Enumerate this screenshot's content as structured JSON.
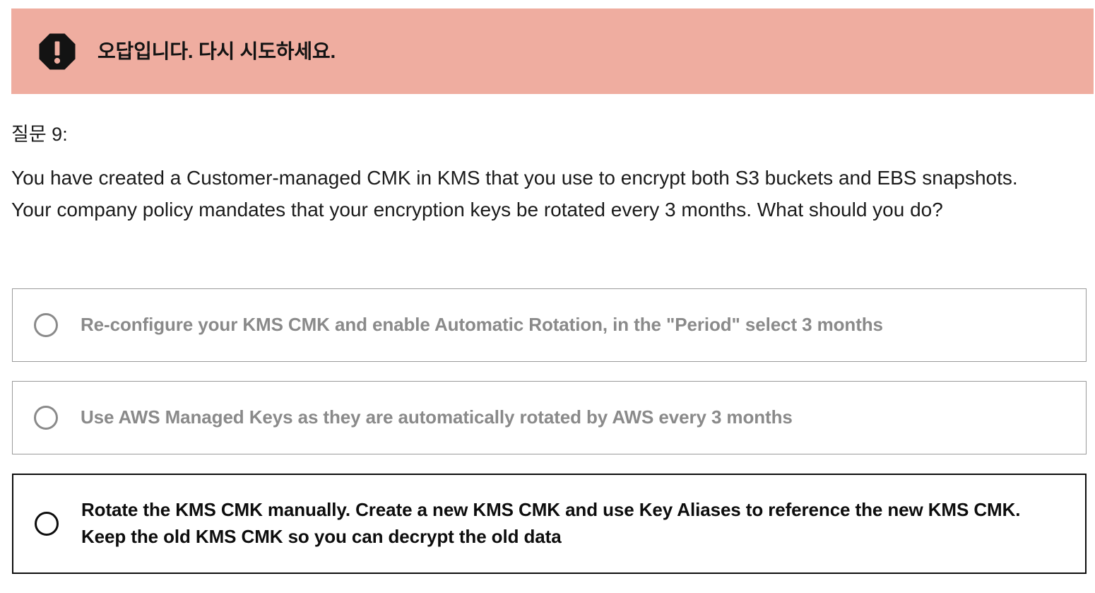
{
  "alert": {
    "icon": "exclamation-octagon-icon",
    "message": "오답입니다. 다시 시도하세요.",
    "background_color": "#efada0",
    "text_color": "#131313"
  },
  "question": {
    "label": "질문 9:",
    "text": "You have created a Customer-managed CMK in KMS that you use to encrypt both S3 buckets and EBS snapshots. Your company policy mandates that your encryption keys be rotated every 3 months. What should you do?"
  },
  "options": [
    {
      "id": "option-1",
      "label": "Re-configure your KMS CMK and enable Automatic Rotation, in the \"Period\" select 3 months",
      "selected": false,
      "text_color": "#8a8a8a",
      "border_color": "#9a9a9a"
    },
    {
      "id": "option-2",
      "label": "Use AWS Managed Keys as they are automatically rotated by AWS every 3 months",
      "selected": false,
      "text_color": "#8a8a8a",
      "border_color": "#9a9a9a"
    },
    {
      "id": "option-3",
      "label": "Rotate the KMS CMK manually. Create a new KMS CMK and use Key Aliases to reference the new KMS CMK. Keep the old KMS CMK so you can decrypt the old data",
      "selected": true,
      "text_color": "#0d0d0d",
      "border_color": "#0d0d0d"
    }
  ]
}
